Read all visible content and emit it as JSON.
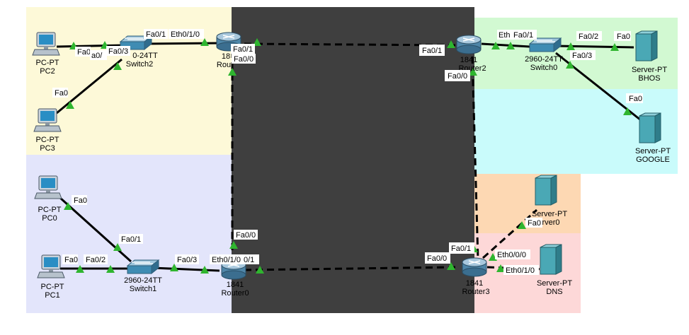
{
  "colors": {
    "zone_yellow": "#fdf9d8",
    "zone_blue": "#e3e5fb",
    "zone_dark": "#3f3f3f",
    "zone_green": "#d2f9d2",
    "zone_cyan": "#c9fbfb",
    "zone_orange": "#fdd8b3",
    "zone_pink": "#fdd8d8",
    "link_up": "#2fb52f"
  },
  "devices": {
    "pc2": {
      "type": "PC-PT",
      "name": "PC2"
    },
    "pc3": {
      "type": "PC-PT",
      "name": "PC3"
    },
    "pc0": {
      "type": "PC-PT",
      "name": "PC0"
    },
    "pc1": {
      "type": "PC-PT",
      "name": "PC1"
    },
    "switch2": {
      "type": "0-24TT",
      "name": "Switch2"
    },
    "switch1": {
      "type": "2960-24TT",
      "name": "Switch1"
    },
    "switch0": {
      "type": "2960-24TT",
      "name": "Switch0"
    },
    "router_top_left": {
      "type": "18",
      "name": "Rou"
    },
    "router0": {
      "type": "1841",
      "name": "Router0"
    },
    "router2": {
      "type": "1841",
      "name": "Router2"
    },
    "router3": {
      "type": "1841",
      "name": "Router3"
    },
    "server_bhos": {
      "type": "Server-PT",
      "name": "BHOS"
    },
    "server_google": {
      "type": "Server-PT",
      "name": "GOOGLE"
    },
    "server0": {
      "type": "Server-PT",
      "name": "rver0"
    },
    "server_dns": {
      "type": "Server-PT",
      "name": "DNS"
    }
  },
  "ports": {
    "pc2_fa0": "Fa0",
    "sw2_fa0": "a0/",
    "sw2_fa03": "Fa0/3",
    "pc3_fa0": "Fa0",
    "sw2_fa01": "Fa0/1",
    "rtl_eth010": "Eth0/1/0",
    "rtl_fa01": "Fa0/1",
    "rtl_fa00": "Fa0/0",
    "pc0_fa0": "Fa0",
    "sw1_fa01": "Fa0/1",
    "pc1_fa0": "Fa0",
    "sw1_fa02": "Fa0/2",
    "sw1_fa03": "Fa0/3",
    "r0_eth010": "Eth0/1/0",
    "r0_fa01": "0/1",
    "r0_fa00": "Fa0/0",
    "r2_fa01": "Fa0/1",
    "r2_fa00": "Fa0/0",
    "r2_eth": "Eth",
    "sw0_fa01": "Fa0/1",
    "sw0_fa02": "Fa0/2",
    "bhos_fa0": "Fa0",
    "sw0_fa03": "Fa0/3",
    "google_fa0": "Fa0",
    "r3_fa00": "Fa0/0",
    "r3_fa01": "Fa0/1",
    "r3_eth000": "Eth0/0/0",
    "r3_eth010": "Eth0/1/0",
    "srv0_fa0": "Fa0"
  }
}
